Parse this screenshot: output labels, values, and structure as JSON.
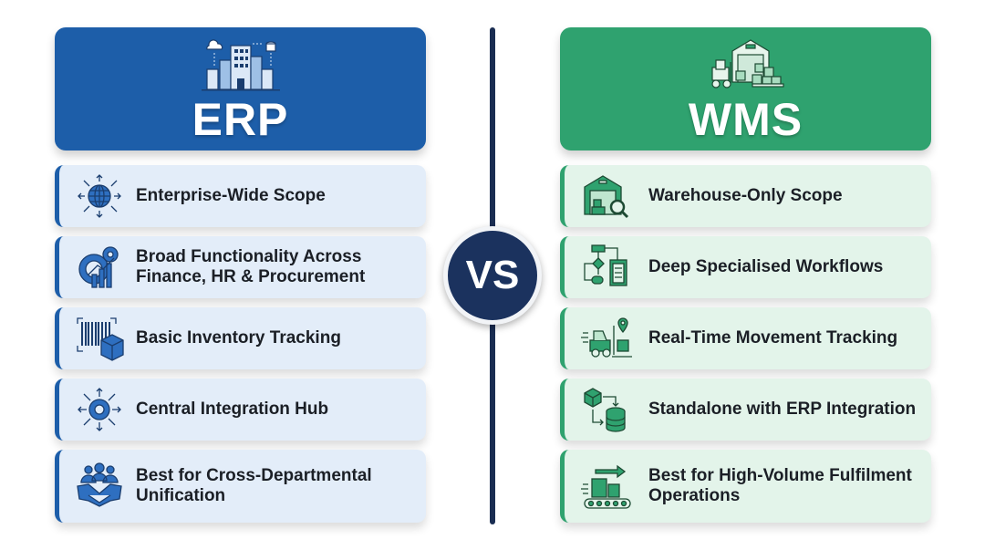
{
  "erp": {
    "title": "ERP",
    "icon": "city-buildings-icon",
    "accent_color": "#1d5ea9",
    "card_bg": "#e3edf9",
    "items": [
      {
        "label": "Enterprise-Wide Scope",
        "icon": "globe-arrows-icon"
      },
      {
        "label": "Broad Functionality Across Finance, HR & Procurement",
        "icon": "gear-chart-icon"
      },
      {
        "label": "Basic Inventory Tracking",
        "icon": "barcode-box-icon"
      },
      {
        "label": "Central Integration Hub",
        "icon": "hub-arrows-icon"
      },
      {
        "label": "Best for Cross-Departmental Unification",
        "icon": "team-handshake-icon"
      }
    ]
  },
  "wms": {
    "title": "WMS",
    "icon": "warehouse-forklift-icon",
    "accent_color": "#2fa26f",
    "card_bg": "#e3f4ea",
    "items": [
      {
        "label": "Warehouse-Only Scope",
        "icon": "warehouse-search-icon"
      },
      {
        "label": "Deep Specialised Workflows",
        "icon": "flowchart-clipboard-icon"
      },
      {
        "label": "Real-Time Movement Tracking",
        "icon": "forklift-pin-icon"
      },
      {
        "label": "Standalone with ERP Integration",
        "icon": "box-database-icon"
      },
      {
        "label": "Best for High-Volume Fulfilment Operations",
        "icon": "conveyor-boxes-icon"
      }
    ]
  },
  "center": {
    "vs_label": "VS",
    "divider_color": "#1a2d52"
  }
}
